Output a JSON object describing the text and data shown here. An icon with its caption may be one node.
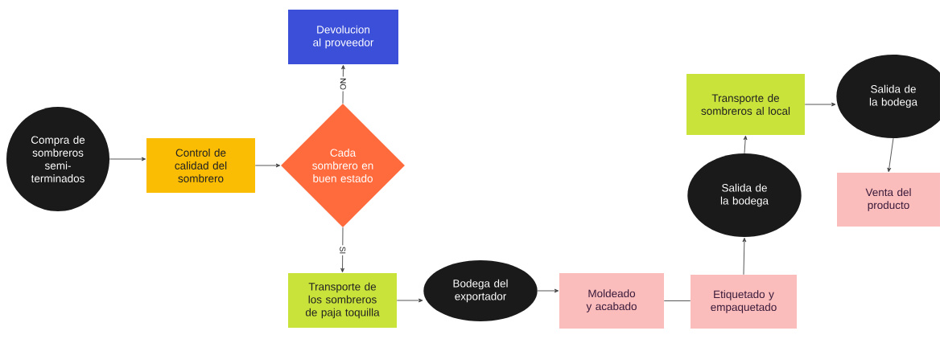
{
  "diagram": {
    "nodes": [
      {
        "text": [
          "Compra de sombreros semi- terminados"
        ]
      },
      {
        "text": [
          "Control de calidad del sombrero"
        ]
      },
      {
        "text": [
          "Cada sombrero en buen estado"
        ]
      },
      {
        "text": [
          "Devolucion al proveedor"
        ]
      },
      {
        "text": [
          "Transporte de los sombreros de paja toquilla"
        ]
      },
      {
        "text": [
          "Bodega del exportador"
        ]
      },
      {
        "text": [
          "Moldeado y acabado"
        ]
      },
      {
        "text": [
          "Etiquetado y empaquetado"
        ]
      },
      {
        "text": [
          "Salida de la bodega"
        ]
      },
      {
        "text": [
          "Transporte de sombreros al local"
        ]
      },
      {
        "text": [
          "Salida de la bodega"
        ]
      },
      {
        "text": [
          "Venta del producto"
        ]
      }
    ],
    "edges": [
      {
        "from": 0,
        "to": 1,
        "arrow": "to"
      },
      {
        "from": 1,
        "to": 2,
        "arrow": "to"
      },
      {
        "from": 2,
        "to": 3,
        "arrow": "to",
        "label": "NO"
      },
      {
        "from": 2,
        "to": 4,
        "arrow": "to",
        "label": "SI"
      },
      {
        "from": 4,
        "to": 5,
        "arrow": "to"
      },
      {
        "from": 5,
        "to": 6,
        "arrow": "to"
      },
      {
        "from": 6,
        "to": 7,
        "arrow": "none"
      },
      {
        "from": 7,
        "to": 8,
        "arrow": "to"
      },
      {
        "from": 8,
        "to": 9,
        "arrow": "to"
      },
      {
        "from": 9,
        "to": 10,
        "arrow": "to"
      },
      {
        "from": 10,
        "to": 11,
        "arrow": "to"
      }
    ]
  }
}
